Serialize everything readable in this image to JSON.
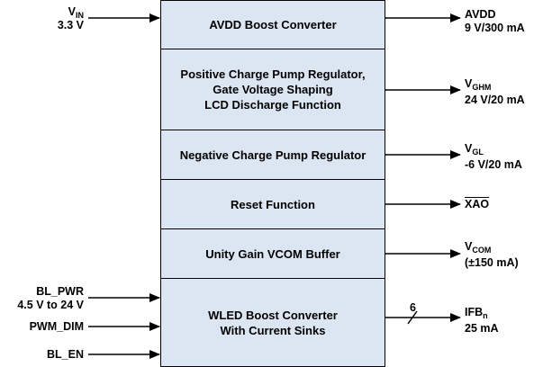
{
  "blocks": [
    {
      "label": "AVDD Boost Converter"
    },
    {
      "label": "Positive Charge Pump Regulator,\nGate Voltage Shaping\nLCD Discharge Function"
    },
    {
      "label": "Negative Charge Pump Regulator"
    },
    {
      "label": "Reset Function"
    },
    {
      "label": "Unity Gain VCOM Buffer"
    },
    {
      "label": "WLED Boost Converter\nWith Current Sinks"
    }
  ],
  "inputs": {
    "vin": {
      "name": "V",
      "sub": "IN",
      "value": "3.3 V"
    },
    "bl_pwr": {
      "name": "BL_PWR",
      "value": "4.5 V to 24 V"
    },
    "pwm_dim": {
      "name": "PWM_DIM"
    },
    "bl_en": {
      "name": "BL_EN"
    }
  },
  "outputs": {
    "avdd": {
      "name": "AVDD",
      "value": "9 V/300 mA"
    },
    "vghm": {
      "name": "V",
      "sub": "GHM",
      "value": "24 V/20 mA"
    },
    "vgl": {
      "name": "V",
      "sub": "GL",
      "value": "-6 V/20 mA"
    },
    "xao": {
      "name": "XAO"
    },
    "vcom": {
      "name": "V",
      "sub": "COM",
      "value": "(±150 mA)"
    },
    "ifb": {
      "name": "IFB",
      "sub": "n",
      "value": "25 mA",
      "bus_width": "6"
    }
  }
}
